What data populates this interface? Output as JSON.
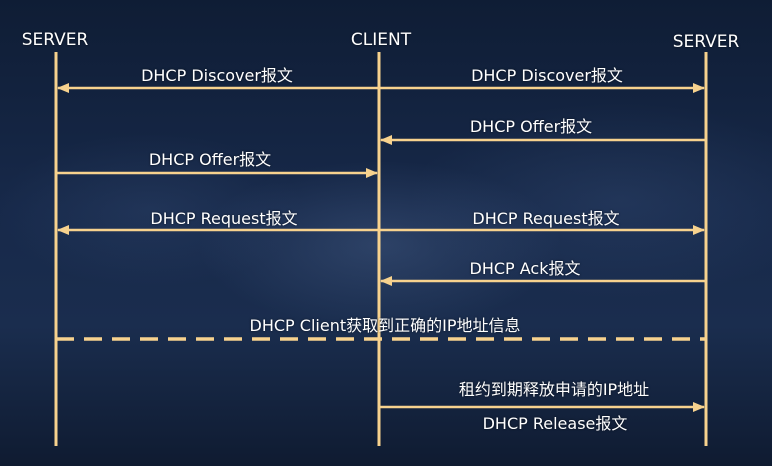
{
  "colors": {
    "line": "#f7d28e",
    "text": "#ffffff"
  },
  "headers": {
    "server_left": "SERVER",
    "client": "CLIENT",
    "server_right": "SERVER"
  },
  "messages": {
    "discover_left": "DHCP Discover报文",
    "discover_right": "DHCP Discover报文",
    "offer_right": "DHCP Offer报文",
    "offer_left": "DHCP Offer报文",
    "request_left": "DHCP Request报文",
    "request_right": "DHCP Request报文",
    "ack": "DHCP Ack报文",
    "divider_note": "DHCP Client获取到正确的IP地址信息",
    "lease_note": "租约到期释放申请的IP地址",
    "release": "DHCP Release报文"
  }
}
